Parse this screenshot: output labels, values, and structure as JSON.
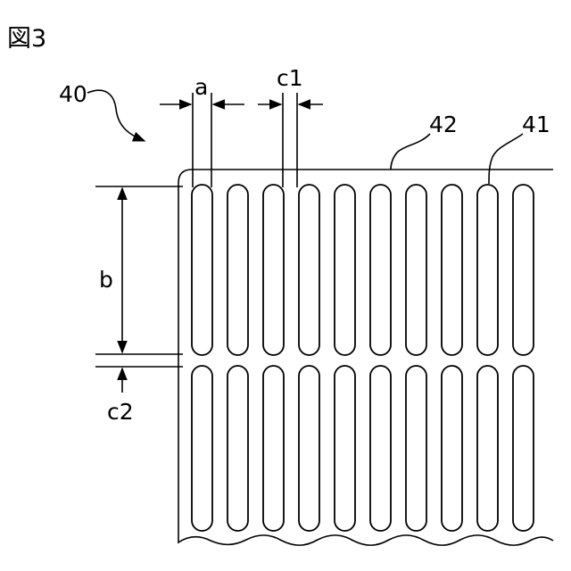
{
  "figure": {
    "title": "図3",
    "labels": {
      "sheet": "40",
      "frame": "42",
      "slot": "41",
      "slot_width": "a",
      "slot_gap": "c1",
      "slot_length": "b",
      "row_gap": "c2"
    }
  },
  "pattern": {
    "columns": 10,
    "rows": 2
  }
}
